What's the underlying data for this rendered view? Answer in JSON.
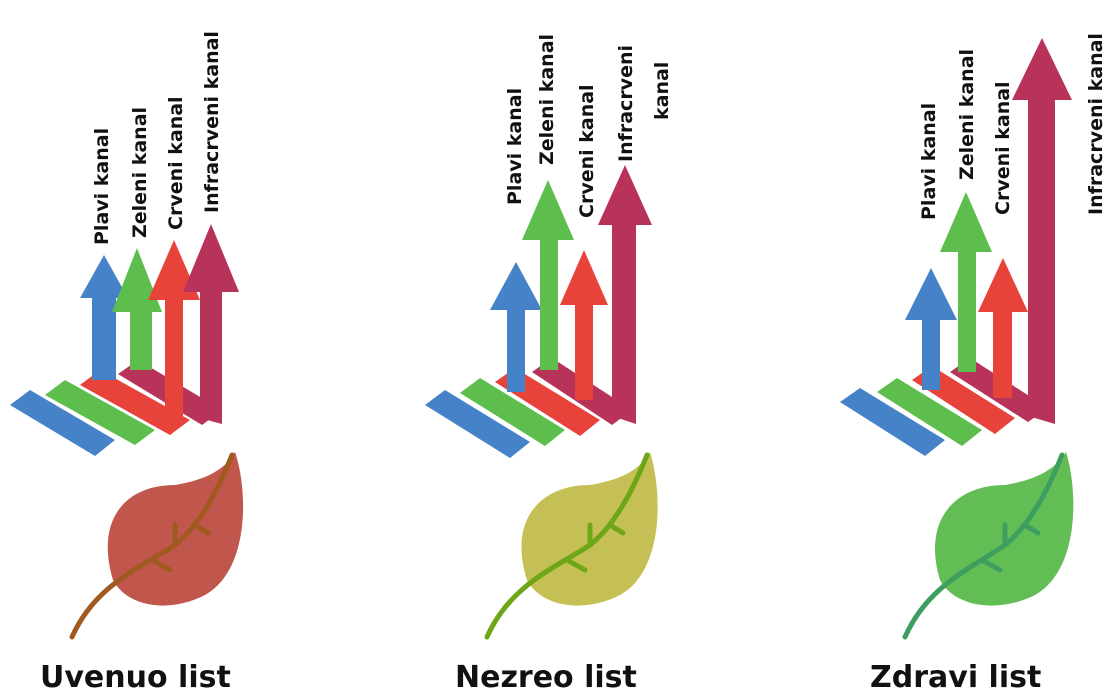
{
  "colors": {
    "blue": "#4682C8",
    "green": "#5DBE4E",
    "red": "#E8433A",
    "nir": "#B83359"
  },
  "panels": [
    {
      "caption": "Uvenuo list",
      "leaf": {
        "fill": "#C1574C",
        "vein": "#A0591E"
      },
      "labels": {
        "blue": "Plavi kanal",
        "green": "Zeleni kanal",
        "red": "Crveni kanal",
        "nir_1": "Infracrveni kanal",
        "nir_2": ""
      }
    },
    {
      "caption": "Nezreo list",
      "leaf": {
        "fill": "#C4C055",
        "vein": "#6EA617"
      },
      "labels": {
        "blue": "Plavi kanal",
        "green": "Zeleni kanal",
        "red": "Crveni kanal",
        "nir_1": "Infracrveni",
        "nir_2": "kanal"
      }
    },
    {
      "caption": "Zdravi list",
      "leaf": {
        "fill": "#61BD54",
        "vein": "#3E9E60"
      },
      "labels": {
        "blue": "Plavi kanal",
        "green": "Zeleni kanal",
        "red": "Crveni kanal",
        "nir_1": "Infracrveni kanal",
        "nir_2": ""
      }
    }
  ]
}
